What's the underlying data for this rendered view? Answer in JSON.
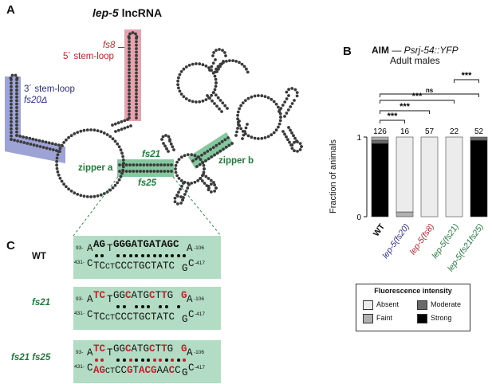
{
  "panel_a": {
    "letter": "A",
    "title_italic": "lep-5",
    "title_plain": " lncRNA",
    "fs8": "fs8",
    "stemloop5": "5´ stem-loop",
    "stemloop3": "3´ stem-loop",
    "fs20": "fs20Δ",
    "fs21": "fs21",
    "fs25": "fs25",
    "zipper_a": "zipper a",
    "zipper_b": "zipper b"
  },
  "panel_b": {
    "letter": "B",
    "title_bold": "AIM",
    "title_dash": " — ",
    "title_italic": "Psrj-54::YFP",
    "subtitle": "Adult males",
    "ylabel": "Fraction of animals",
    "yticks": [
      "0",
      "1"
    ],
    "sig_ns": "ns",
    "sig_star": "***"
  },
  "panel_c": {
    "letter": "C",
    "rows": [
      {
        "label": "WT",
        "top_start": "93-",
        "top_end": "-106",
        "bot_start": "431-",
        "bot_end": "-417"
      },
      {
        "label": "fs21",
        "top_start": "93-",
        "top_end": "-106",
        "bot_start": "431-",
        "bot_end": "-417"
      },
      {
        "label": "fs21 fs25",
        "top_start": "93-",
        "top_end": "-106",
        "bot_start": "431-",
        "bot_end": "-417"
      }
    ]
  },
  "legend": {
    "title": "Fluorescence intensity",
    "absent": "Absent",
    "moderate": "Moderate",
    "faint": "Faint",
    "strong": "Strong"
  },
  "colors": {
    "absent": "#ececec",
    "faint": "#b0b0b0",
    "moderate": "#6a6a6a",
    "strong": "#000000",
    "seq_box": "#b3dcc4",
    "highlight_red": "#e7a3ad",
    "highlight_blue": "#9da3d4",
    "highlight_green": "#85c79e"
  },
  "chart_data": {
    "type": "bar",
    "stacked": true,
    "categories": [
      "WT",
      "lep-5(fs20)",
      "lep-5(fs8)",
      "lep-5(fs21)",
      "lep-5(fs21fs25)"
    ],
    "category_colors": [
      "#111111",
      "#2a2e8c",
      "#c0222b",
      "#1e7b3a",
      "#1e7b3a"
    ],
    "n": [
      "126",
      "16",
      "57",
      "22",
      "52"
    ],
    "series": [
      {
        "name": "Strong",
        "values": [
          0.92,
          0.0,
          0.0,
          0.0,
          0.96
        ]
      },
      {
        "name": "Moderate",
        "values": [
          0.04,
          0.0,
          0.0,
          0.0,
          0.04
        ]
      },
      {
        "name": "Faint",
        "values": [
          0.04,
          0.06,
          0.0,
          0.0,
          0.0
        ]
      },
      {
        "name": "Absent",
        "values": [
          0.0,
          0.94,
          1.0,
          1.0,
          0.0
        ]
      }
    ],
    "ylim": [
      0,
      1
    ],
    "ylabel": "Fraction of animals",
    "comparisons": [
      {
        "a": "lep-5(fs21)",
        "b": "lep-5(fs21fs25)",
        "label": "***"
      },
      {
        "a": "WT",
        "b": "lep-5(fs21fs25)",
        "label": "ns"
      },
      {
        "a": "WT",
        "b": "lep-5(fs21)",
        "label": "***"
      },
      {
        "a": "WT",
        "b": "lep-5(fs8)",
        "label": "***"
      },
      {
        "a": "WT",
        "b": "lep-5(fs20)",
        "label": "***"
      }
    ]
  }
}
